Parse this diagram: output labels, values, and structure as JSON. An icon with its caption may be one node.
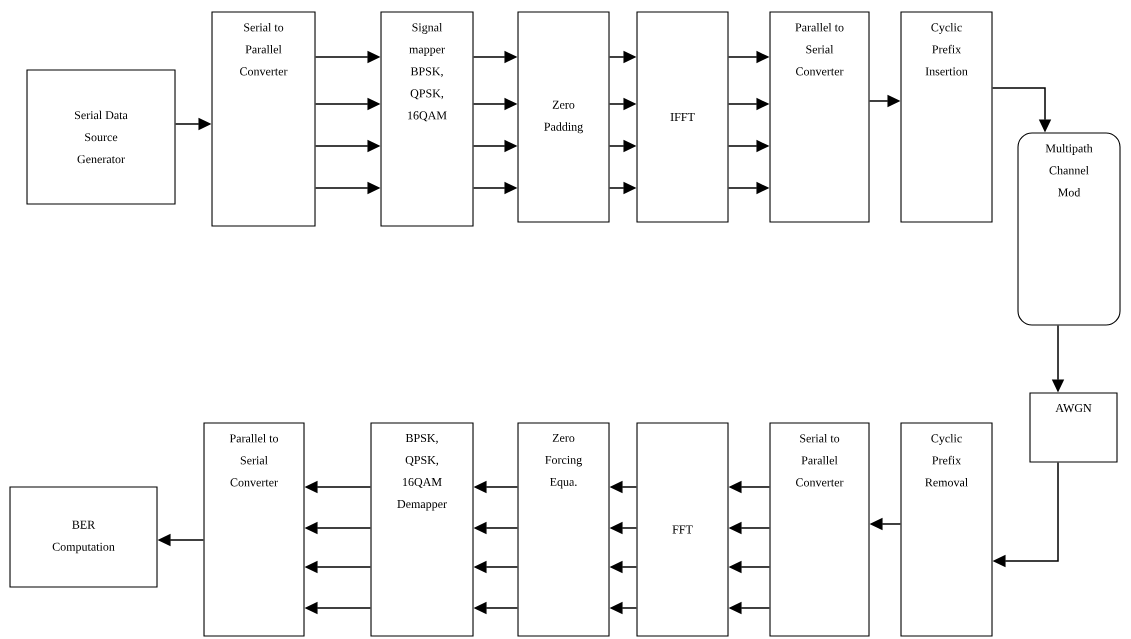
{
  "diagram": {
    "nodes": [
      {
        "text": [
          "Serial Data Source Generator"
        ]
      },
      {
        "text": [
          "Serial to Parallel Converter"
        ]
      },
      {
        "text": [
          "Signal mapper BPSK, QPSK, 16QAM"
        ]
      },
      {
        "text": [
          "Zero Padding"
        ]
      },
      {
        "text": [
          "IFFT"
        ]
      },
      {
        "text": [
          "Parallel to Serial Converter"
        ]
      },
      {
        "text": [
          "Cyclic Prefix Insertion"
        ]
      },
      {
        "text": [
          "Multipath Channel Mod"
        ]
      },
      {
        "text": [
          "AWGN"
        ]
      },
      {
        "text": [
          "Cyclic Prefix Removal"
        ]
      },
      {
        "text": [
          "Serial to Parallel Converter"
        ]
      },
      {
        "text": [
          "FFT"
        ]
      },
      {
        "text": [
          "Zero Forcing Equa."
        ]
      },
      {
        "text": [
          "BPSK, QPSK, 16QAM Demapper"
        ]
      },
      {
        "text": [
          "Parallel to Serial Converter"
        ]
      },
      {
        "text": [
          "BER Computation"
        ]
      }
    ],
    "edges": [
      {
        "from": 0,
        "to": 1,
        "arrow": "to"
      },
      {
        "from": 1,
        "to": 2,
        "arrow": "to"
      },
      {
        "from": 1,
        "to": 2,
        "arrow": "to"
      },
      {
        "from": 1,
        "to": 2,
        "arrow": "to"
      },
      {
        "from": 1,
        "to": 2,
        "arrow": "to"
      },
      {
        "from": 2,
        "to": 3,
        "arrow": "to"
      },
      {
        "from": 2,
        "to": 3,
        "arrow": "to"
      },
      {
        "from": 2,
        "to": 3,
        "arrow": "to"
      },
      {
        "from": 2,
        "to": 3,
        "arrow": "to"
      },
      {
        "from": 3,
        "to": 4,
        "arrow": "to"
      },
      {
        "from": 3,
        "to": 4,
        "arrow": "to"
      },
      {
        "from": 3,
        "to": 4,
        "arrow": "to"
      },
      {
        "from": 3,
        "to": 4,
        "arrow": "to"
      },
      {
        "from": 4,
        "to": 5,
        "arrow": "to"
      },
      {
        "from": 4,
        "to": 5,
        "arrow": "to"
      },
      {
        "from": 4,
        "to": 5,
        "arrow": "to"
      },
      {
        "from": 4,
        "to": 5,
        "arrow": "to"
      },
      {
        "from": 5,
        "to": 6,
        "arrow": "to"
      },
      {
        "from": 6,
        "to": 7,
        "arrow": "to"
      },
      {
        "from": 7,
        "to": 8,
        "arrow": "to"
      },
      {
        "from": 8,
        "to": 9,
        "arrow": "to"
      },
      {
        "from": 9,
        "to": 10,
        "arrow": "to"
      },
      {
        "from": 10,
        "to": 11,
        "arrow": "to"
      },
      {
        "from": 10,
        "to": 11,
        "arrow": "to"
      },
      {
        "from": 10,
        "to": 11,
        "arrow": "to"
      },
      {
        "from": 10,
        "to": 11,
        "arrow": "to"
      },
      {
        "from": 11,
        "to": 12,
        "arrow": "to"
      },
      {
        "from": 11,
        "to": 12,
        "arrow": "to"
      },
      {
        "from": 11,
        "to": 12,
        "arrow": "to"
      },
      {
        "from": 11,
        "to": 12,
        "arrow": "to"
      },
      {
        "from": 12,
        "to": 13,
        "arrow": "to"
      },
      {
        "from": 12,
        "to": 13,
        "arrow": "to"
      },
      {
        "from": 12,
        "to": 13,
        "arrow": "to"
      },
      {
        "from": 12,
        "to": 13,
        "arrow": "to"
      },
      {
        "from": 13,
        "to": 14,
        "arrow": "to"
      },
      {
        "from": 13,
        "to": 14,
        "arrow": "to"
      },
      {
        "from": 13,
        "to": 14,
        "arrow": "to"
      },
      {
        "from": 13,
        "to": 14,
        "arrow": "to"
      },
      {
        "from": 14,
        "to": 15,
        "arrow": "to"
      }
    ]
  }
}
